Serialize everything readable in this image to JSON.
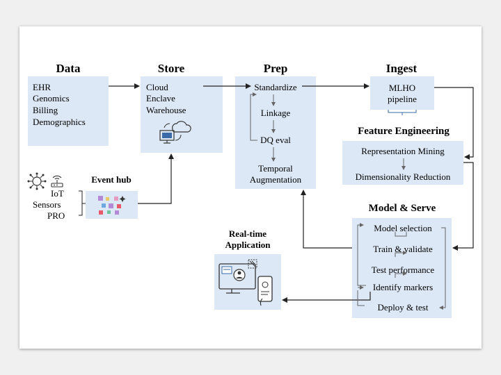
{
  "sections": {
    "data": "Data",
    "store": "Store",
    "prep": "Prep",
    "ingest": "Ingest",
    "feature_engineering": "Feature Engineering",
    "model_serve": "Model & Serve",
    "event_hub": "Event hub",
    "realtime_line1": "Real-time",
    "realtime_line2": "Application"
  },
  "data_items": [
    "EHR",
    "Genomics",
    "Billing",
    "Demographics"
  ],
  "store_items": [
    "Cloud",
    "Enclave",
    "Warehouse"
  ],
  "prep_steps": [
    "Standardize",
    "Linkage",
    "DQ eval",
    "Temporal",
    "Augmentation"
  ],
  "ingest_items": [
    "MLHO",
    "pipeline"
  ],
  "feature_steps": [
    "Representation Mining",
    "Dimensionality Reduction"
  ],
  "model_steps": [
    "Model selection",
    "Train & validate",
    "Test performance",
    "Identify markers",
    "Deploy & test"
  ],
  "sources": [
    "IoT",
    "Sensors",
    "PRO"
  ],
  "colors": {
    "box_fill": "#dce8f5",
    "line": "#333333",
    "light_arrow": "#666666",
    "accent_blue": "#3a6aa8"
  }
}
